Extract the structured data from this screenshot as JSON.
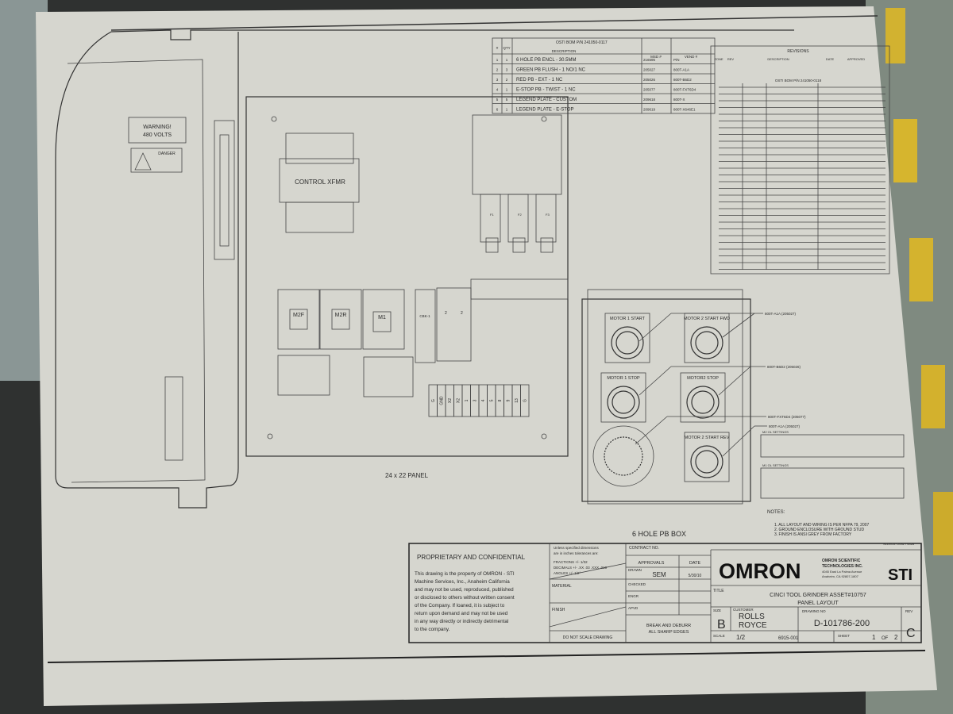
{
  "drawing": {
    "door": {
      "warning": [
        "WARNING!",
        "480 VOLTS"
      ],
      "danger_label": "DANGER"
    },
    "panel": {
      "transformer_label": "CONTROL XFMR",
      "contactors": [
        "M2F",
        "M2R",
        "M1"
      ],
      "breaker_label": "CBK-1",
      "fuse_labels": [
        "2",
        "2"
      ],
      "fuse_block_labels": [
        "F1",
        "F2",
        "F3"
      ],
      "terminals": [
        "G",
        "GND",
        "X2",
        "X2",
        "1",
        "3",
        "4",
        "5",
        "8",
        "9",
        "13",
        "G"
      ],
      "caption": "24 x 22 PANEL"
    },
    "bom": {
      "title": "OSTI BOM P/N 241050-0117",
      "headers": [
        "#",
        "QTY",
        "DESCRIPTION",
        "MSD #",
        "VEND #"
      ],
      "rows": [
        [
          "1",
          "1",
          "6 HOLE PB ENCL - 30.5MM",
          "216595",
          "P/N"
        ],
        [
          "2",
          "3",
          "GREEN PB FLUSH - 1 NO/1 NC",
          "205027",
          "800T-A1A"
        ],
        [
          "3",
          "2",
          "RED PB - EXT - 1 NC",
          "205026",
          "800T-B6D2"
        ],
        [
          "4",
          "1",
          "E-STOP PB - TWIST - 1 NC",
          "205077",
          "800T-FXT6D4"
        ],
        [
          "5",
          "5",
          "LEGEND PLATE - CUSTOM",
          "209618",
          "800T-X"
        ],
        [
          "6",
          "1",
          "LEGEND PLATE - E-STOP",
          "209619",
          "800T-X646E1"
        ]
      ]
    },
    "revisions": {
      "title": "REVISIONS",
      "headers": [
        "ZONE",
        "REV",
        "DESCRIPTION",
        "DATE",
        "APPROVED"
      ],
      "bom_title": "OSTI BOM P/N 241050-0118"
    },
    "pb_box": {
      "buttons": [
        "MOTOR 1 START",
        "MOTOR 2 START FWD",
        "MOTOR 1 STOP",
        "MOTOR2 STOP",
        "MOTOR 2 START REV"
      ],
      "callouts": [
        "800T-A1A (205027)",
        "800T-B6D2 (205026)",
        "800T-FXT6D4 (205077)",
        "800T-A1A (205027)"
      ],
      "caption": "6 HOLE PB BOX"
    },
    "notes": {
      "title": "NOTES:",
      "items": [
        "1. ALL LAYOUT AND WIRING IS PER NFPA 79, 2007",
        "2. GROUND ENCLOSURE WITH GROUND STUD",
        "3. FINISH IS ANSI GREY FROM FACTORY"
      ],
      "ref": "SLDG-A / 2042 / 4428",
      "table_titles": [
        "M2 OL SETTINGS",
        "M1 OL SETTINGS"
      ]
    }
  },
  "title_block": {
    "proprietary_heading": "PROPRIETARY AND CONFIDENTIAL",
    "proprietary_text": [
      "This drawing is the property of OMRON - STI",
      "Machine Services, Inc., Anaheim California",
      "and may not be used, reproduced, published",
      "or disclosed to others without written consent",
      "of the Company. If loaned, it is subject to",
      "return upon demand and may not be used",
      "in any way directly or indirectly detrimental",
      "to the company."
    ],
    "tolerances": [
      "Unless specified dimensions",
      "are in inches tolerances are:",
      "FRACTIONS +/- 1/32",
      "DECIMALS +/- .XX .03  .XXX .010",
      "ANGLES +/- 1/2°"
    ],
    "material": "MATERIAL",
    "finish": "FINISH",
    "do_not_scale": "DO NOT SCALE DRAWING",
    "contract_no": "CONTRACT NO.",
    "approvals": "APPROVALS",
    "date": "DATE",
    "drawn": "DRAWN",
    "drawn_by": "SEM",
    "drawn_date": "5/30/10",
    "checked": "CHECKED",
    "engr": "ENGR",
    "apvd": "APVD",
    "break_edges": [
      "BREAK AND DEBURR",
      "ALL SHARP EDGES"
    ],
    "logo": "OMRON",
    "company": [
      "OMRON SCIENTIFIC",
      "TECHNOLOGIES INC.",
      "4045 East La Palma Avenue",
      "Anaheim, CA 92807-1807"
    ],
    "sti_logo": "STI",
    "title_label": "TITLE",
    "title": [
      "CINCI TOOL GRINDER ASSET#10757",
      "PANEL LAYOUT"
    ],
    "size_label": "SIZE",
    "size": "B",
    "customer_label": "CUSTOMER",
    "customer": [
      "ROLLS",
      "ROYCE"
    ],
    "drawing_no_label": "DRAWING NO",
    "drawing_no": "D-101786-200",
    "rev_label": "REV",
    "rev": "C",
    "scale_label": "SCALE",
    "scale": "1/2",
    "job_no": "6915-001",
    "sheet_label": "SHEET",
    "sheet": "1",
    "of_label": "OF",
    "sheet_total": "2"
  }
}
